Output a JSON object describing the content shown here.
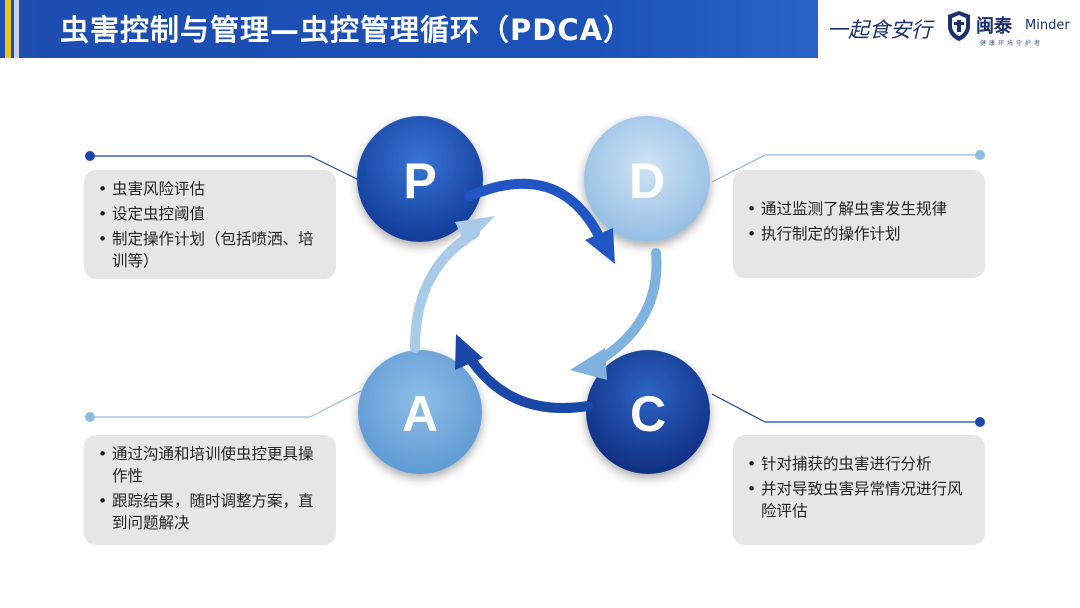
{
  "header": {
    "title": "虫害控制与管理—虫控管理循环（PDCA）",
    "slogan": "一起食安行",
    "brand_name": "闽泰",
    "brand_en": "Minder",
    "brand_tagline": "健康环境守护者"
  },
  "cycle": {
    "p": {
      "letter": "P",
      "items": [
        "虫害风险评估",
        "设定虫控阈值",
        "制定操作计划（包括喷洒、培训等）"
      ]
    },
    "d": {
      "letter": "D",
      "items": [
        "通过监测了解虫害发生规律",
        "执行制定的操作计划"
      ]
    },
    "c": {
      "letter": "C",
      "items": [
        "针对捕获的虫害进行分析",
        "并对导致虫害异常情况进行风险评估"
      ]
    },
    "a": {
      "letter": "A",
      "items": [
        "通过沟通和培训使虫控更具操作性",
        "跟踪结果，随时调整方案，直到问题解决"
      ]
    }
  },
  "colors": {
    "header_blue": "#1f4fae",
    "dark_blue": "#1a47a8",
    "light_blue": "#a9cbe8",
    "box_gray": "#e6e6e6"
  }
}
